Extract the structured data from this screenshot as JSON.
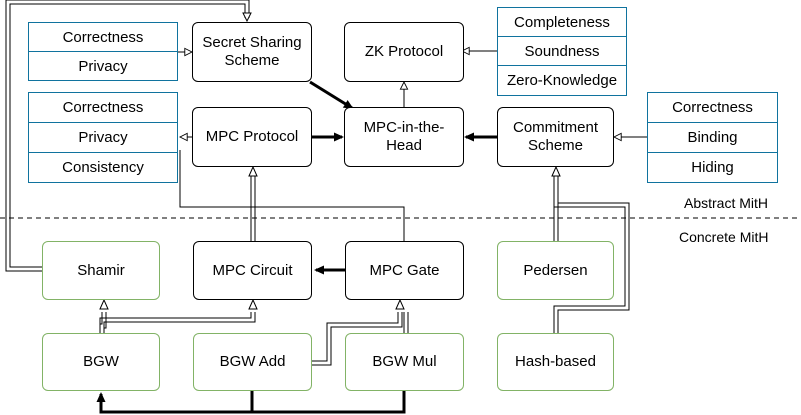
{
  "nodes": {
    "secret_sharing": "Secret Sharing\nScheme",
    "zk_protocol": "ZK Protocol",
    "mpc_protocol": "MPC Protocol",
    "mpc_in_the_head": "MPC-in-the-\nHead",
    "commitment": "Commitment\nScheme",
    "shamir": "Shamir",
    "mpc_circuit": "MPC Circuit",
    "mpc_gate": "MPC Gate",
    "pedersen": "Pedersen",
    "bgw": "BGW",
    "bgw_add": "BGW Add",
    "bgw_mul": "BGW Mul",
    "hash_based": "Hash-based"
  },
  "property_groups": {
    "secret_sharing": [
      "Correctness",
      "Privacy"
    ],
    "mpc_protocol": [
      "Correctness",
      "Privacy",
      "Consistency"
    ],
    "zk_protocol": [
      "Completeness",
      "Soundness",
      "Zero-Knowledge"
    ],
    "commitment": [
      "Correctness",
      "Binding",
      "Hiding"
    ]
  },
  "zones": {
    "abstract": "Abstract MitH",
    "concrete": "Concrete MitH"
  },
  "colors": {
    "abstract_border": "#000000",
    "concrete_border": "#82b366",
    "property_border": "#10739e"
  }
}
